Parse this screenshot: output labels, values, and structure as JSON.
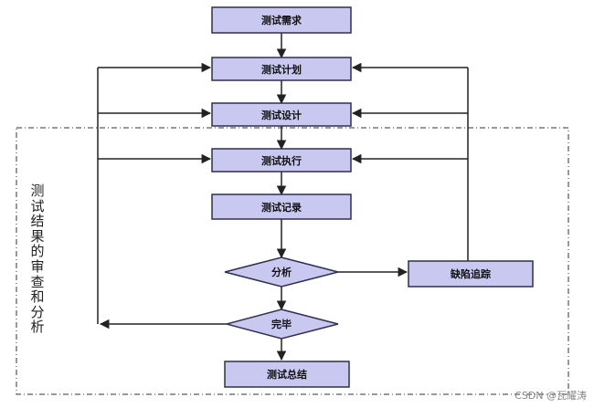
{
  "nodes": {
    "requirement": "测试需求",
    "plan": "测试计划",
    "design": "测试设计",
    "execute": "测试执行",
    "record": "测试记录",
    "analyze": "分析",
    "defect": "缺陷追踪",
    "finish": "完毕",
    "summary": "测试总结"
  },
  "side_label": "测试结果的审查和分析",
  "watermark": "CSDN @瓦耀涛",
  "colors": {
    "box_fill": "#c8c8f0",
    "box_stroke": "#2f2f4f",
    "line": "#222222"
  }
}
